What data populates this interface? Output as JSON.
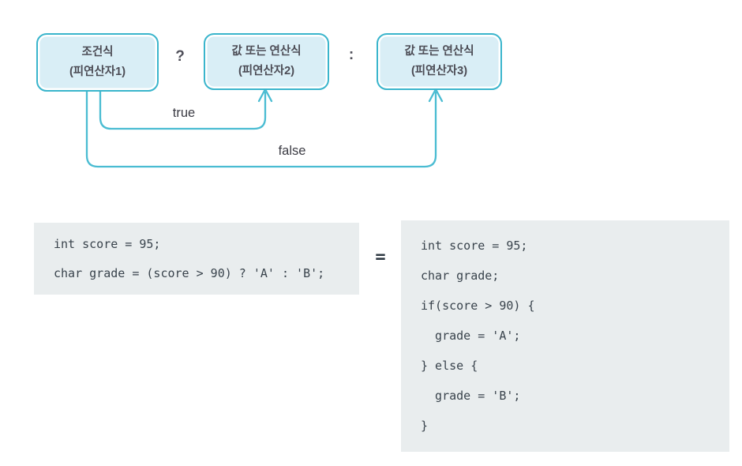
{
  "diagram": {
    "boxes": [
      {
        "line1": "조건식",
        "line2": "(피연산자1)"
      },
      {
        "line1": "값 또는 연산식",
        "line2": "(피연산자2)"
      },
      {
        "line1": "값 또는 연산식",
        "line2": "(피연산자3)"
      }
    ],
    "question_mark": "?",
    "colon": ":",
    "true_label": "true",
    "false_label": "false"
  },
  "code": {
    "ternary_block": {
      "lines": [
        "int score = 95;",
        "char grade = (score > 90) ? 'A' : 'B';"
      ]
    },
    "equals_sign": "=",
    "if_else_block": {
      "lines": [
        "int score = 95;",
        "char grade;",
        "if(score > 90) {",
        "  grade = 'A';",
        "} else {",
        "  grade = 'B';",
        "}"
      ]
    }
  },
  "colors": {
    "box_fill": "#d9eef6",
    "box_border": "#3ab5cc",
    "arrow": "#4abcd2",
    "korean_text": "#4b4b54",
    "code_background": "#e9edee",
    "code_text": "#39434c"
  }
}
